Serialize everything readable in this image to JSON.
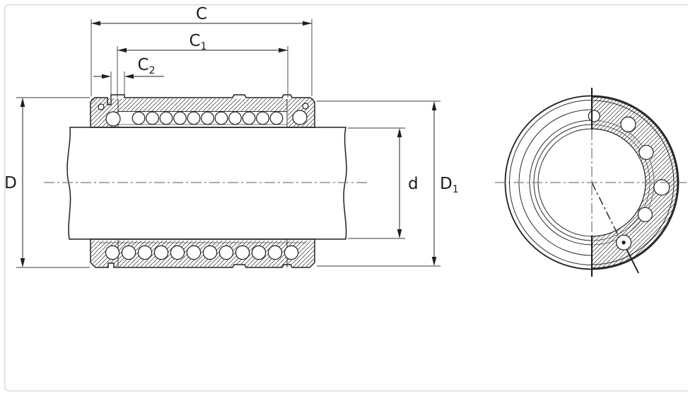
{
  "drawing": {
    "kind": "engineering line drawing",
    "subject": "linear ball bushing bearing on shaft",
    "views": {
      "left": "longitudinal half-section through bushing and shaft",
      "right": "end view, right half sectioned showing balls"
    }
  },
  "labels": {
    "length_total": "C",
    "length_inner_base": "C",
    "length_inner_sub": "1",
    "length_end_base": "C",
    "length_end_sub": "2",
    "outer_diameter": "D",
    "shaft_diameter": "d",
    "ring_diameter_base": "D",
    "ring_diameter_sub": "1"
  },
  "colors": {
    "line": "#1f1f1f",
    "centerline": "#7b7b7b",
    "border": "#d9d9d9",
    "background": "#ffffff"
  }
}
